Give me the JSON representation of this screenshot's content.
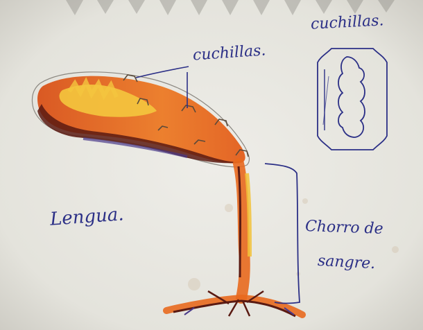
{
  "labels": {
    "cuchillas_top": "cuchillas.",
    "cuchillas_mid": "cuchillas.",
    "lengua": "Lengua.",
    "chorro_line1": "Chorro de",
    "chorro_line2": "sangre."
  },
  "colors": {
    "paper": "#e9e8e2",
    "ink": "#2b2f86",
    "orange": "#e8691e",
    "dark_red": "#5a1a12",
    "yellow": "#f2c23a",
    "purple": "#4a3a8a"
  },
  "icons": {
    "razor_blade": "razor-blade-icon"
  }
}
